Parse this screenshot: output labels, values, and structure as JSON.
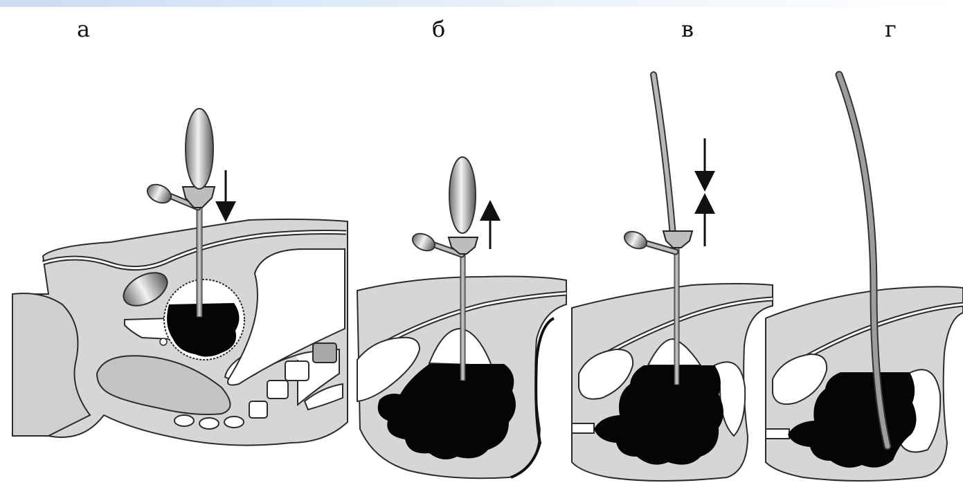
{
  "panels": [
    {
      "id": "a",
      "label": "а"
    },
    {
      "id": "b",
      "label": "б"
    },
    {
      "id": "v",
      "label": "в"
    },
    {
      "id": "g",
      "label": "г"
    }
  ],
  "colors": {
    "tissue": "#d6d6d6",
    "tissue_outline": "#2b2b2b",
    "lesion": "#050505",
    "instrument": "#9a9a9a",
    "background": "#ffffff"
  }
}
